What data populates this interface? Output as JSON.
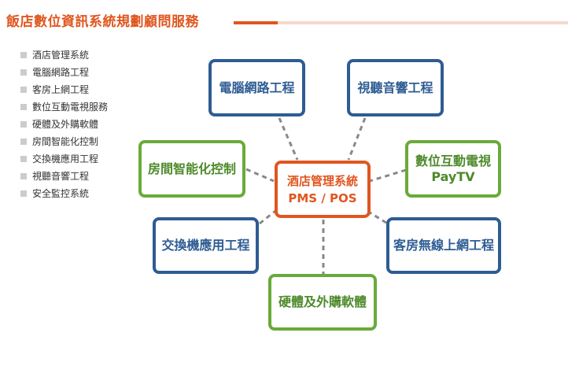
{
  "header": {
    "title": "飯店數位資訊系統規劃顧問服務",
    "accent_color": "#e0561f",
    "accent_light_color": "#f5d9cd"
  },
  "service_list": {
    "bullet_icon": "square-bullet-icon",
    "items": [
      "酒店管理系統",
      "電腦網路工程",
      "客房上網工程",
      "數位互動電視服務",
      "硬體及外購軟體",
      "房間智能化控制",
      "交換機應用工程",
      "視聽音響工程",
      "安全監控系統"
    ]
  },
  "diagram": {
    "center": {
      "line1": "酒店管理系統",
      "line2": "PMS / POS",
      "color": "#e0561f"
    },
    "nodes": {
      "network": {
        "label": "電腦網路工程",
        "color": "#2e5c93"
      },
      "audio": {
        "label": "視聽音響工程",
        "color": "#2e5c93"
      },
      "room_control": {
        "label": "房間智能化控制",
        "color": "#6aaa3a"
      },
      "digital_tv": {
        "line1": "數位互動電視",
        "line2": "PayTV",
        "color": "#6aaa3a"
      },
      "switch": {
        "label": "交換機應用工程",
        "color": "#2e5c93"
      },
      "wireless": {
        "label": "客房無線上網工程",
        "color": "#2e5c93"
      },
      "hardware": {
        "label": "硬體及外購軟體",
        "color": "#6aaa3a"
      }
    },
    "connector_color": "#888888"
  }
}
